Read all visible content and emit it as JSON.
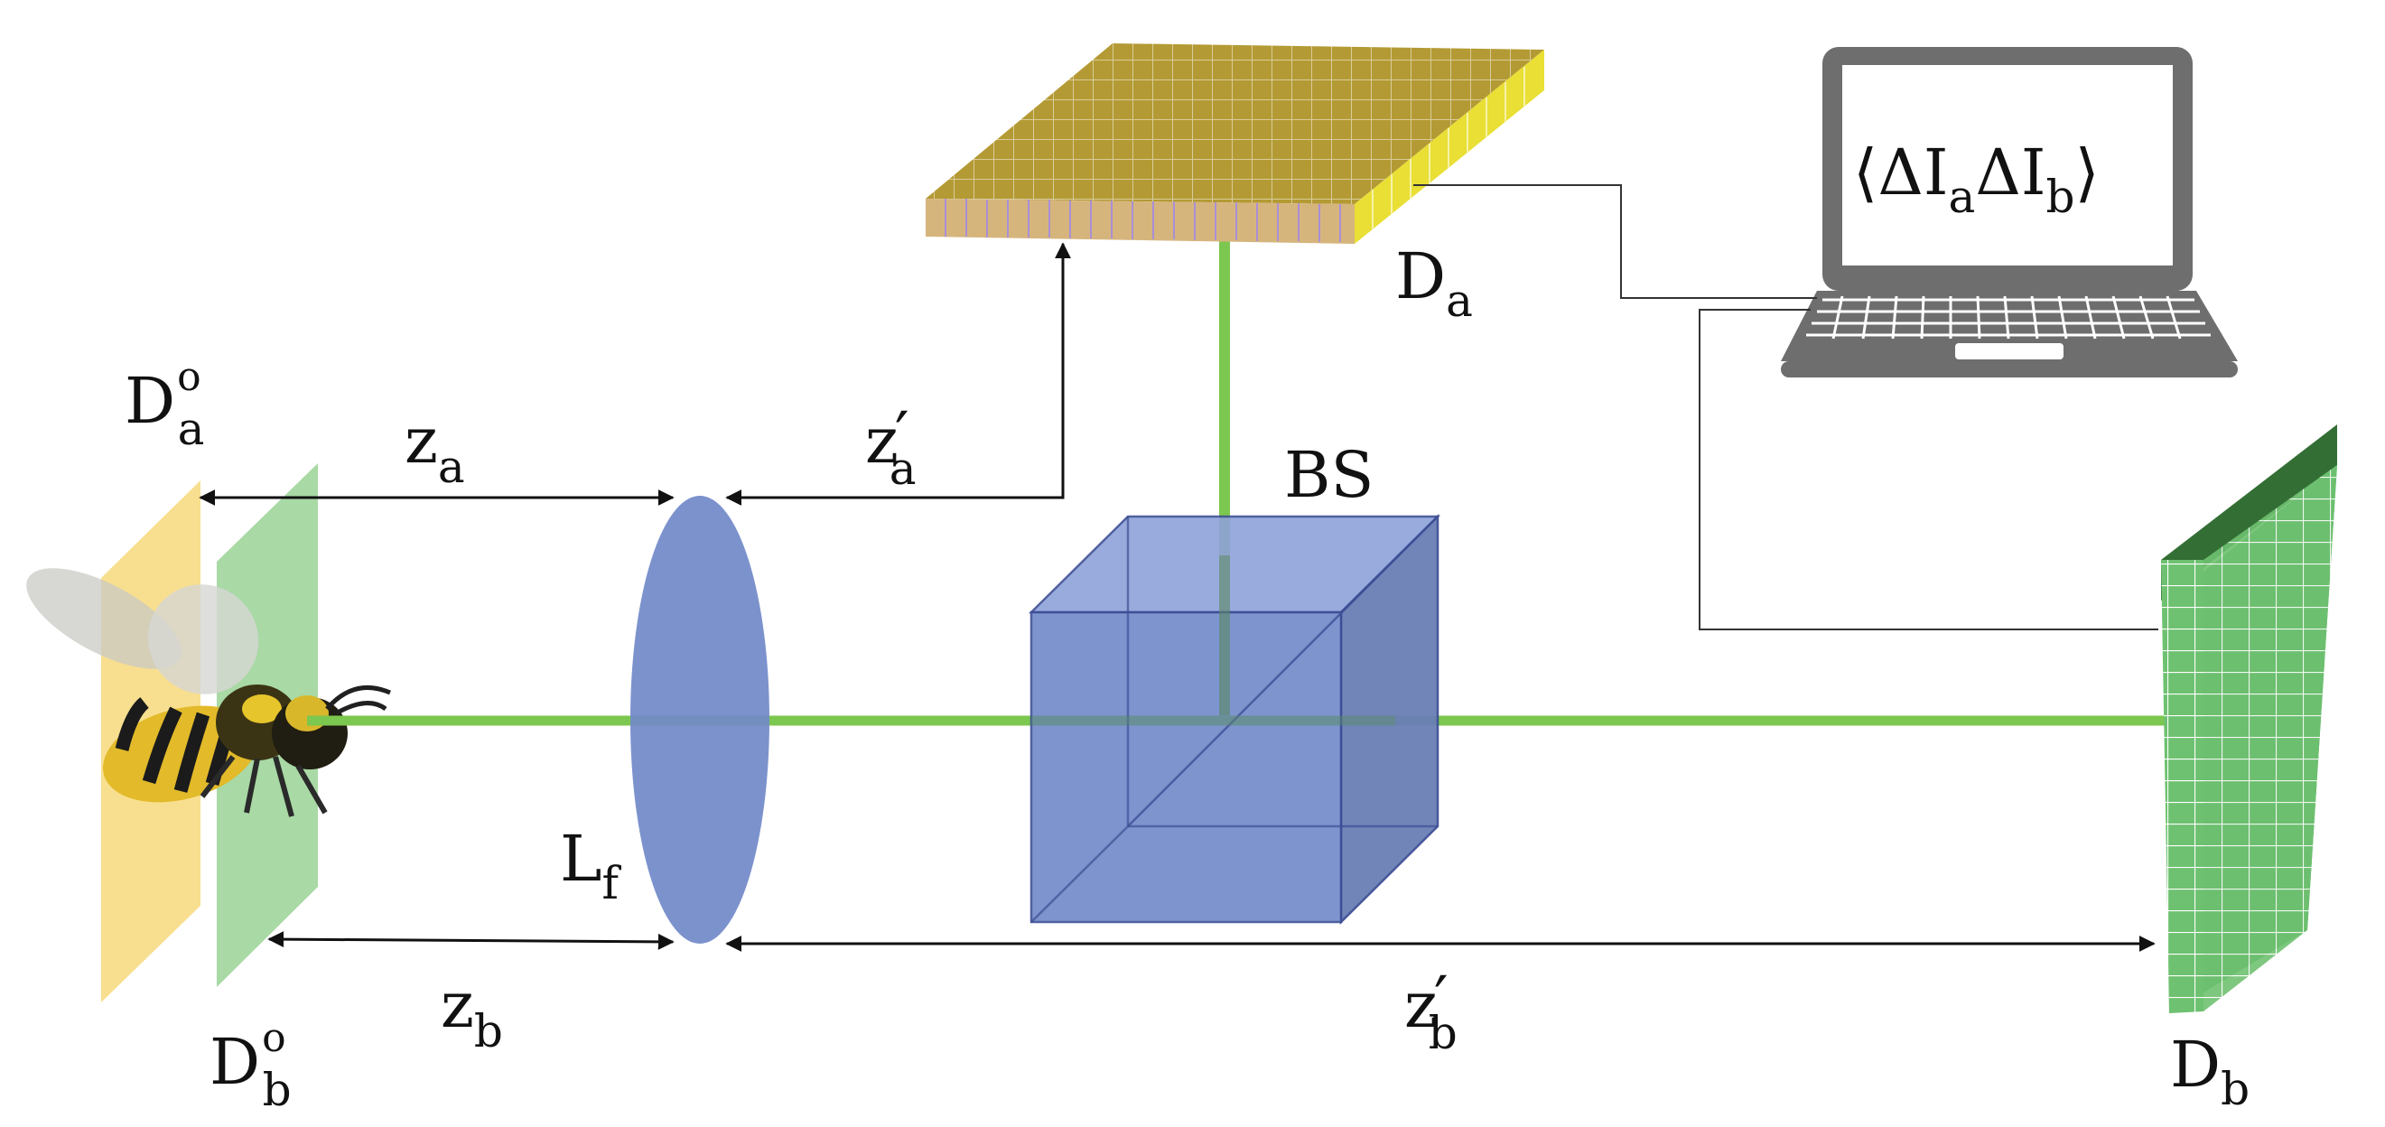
{
  "labels": {
    "da_obj": {
      "base": "D",
      "sup": "o",
      "sub": "a"
    },
    "db_obj": {
      "base": "D",
      "sup": "o",
      "sub": "b"
    },
    "za": {
      "base": "z",
      "sub": "a"
    },
    "zb": {
      "base": "z",
      "sub": "b"
    },
    "za_prime": {
      "base": "z",
      "prime": "′",
      "sub": "a"
    },
    "zb_prime": {
      "base": "z",
      "prime": "′",
      "sub": "b"
    },
    "lens": {
      "base": "L",
      "sub": "f"
    },
    "bs": "BS",
    "da": {
      "base": "D",
      "sub": "a"
    },
    "db": {
      "base": "D",
      "sub": "b"
    },
    "correlation": {
      "open": "⟨",
      "d1": "ΔI",
      "s1": "a",
      "d2": "ΔI",
      "s2": "b",
      "close": "⟩"
    }
  },
  "colors": {
    "beam": "#7cc74f",
    "lens": "#7189c9",
    "cube": "#6f86cb",
    "cube_edge": "#3d4f96",
    "plane_a": "#f7dc85",
    "plane_b": "#93cf8f",
    "detector_a": "#b79a2e",
    "detector_a_edge": "#e7dd33",
    "detector_b": "#6ec170",
    "detector_b_dark": "#336f35",
    "laptop": "#6e6e6e"
  }
}
